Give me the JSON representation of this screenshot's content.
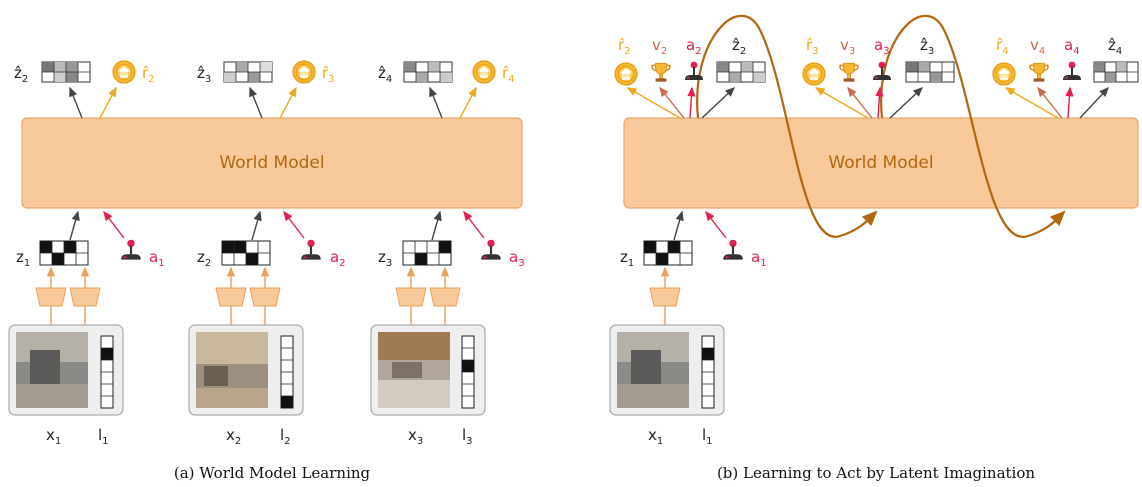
{
  "panel_a": {
    "world_model_label": "World Model",
    "caption": "(a) World Model Learning",
    "outputs": [
      {
        "z_hat": "ẑ",
        "z_hat_sub": "2",
        "r_hat": "r̂",
        "r_hat_sub": "2"
      },
      {
        "z_hat": "ẑ",
        "z_hat_sub": "3",
        "r_hat": "r̂",
        "r_hat_sub": "3"
      },
      {
        "z_hat": "ẑ",
        "z_hat_sub": "4",
        "r_hat": "r̂",
        "r_hat_sub": "4"
      }
    ],
    "inputs": [
      {
        "z": "z",
        "z_sub": "1",
        "a": "a",
        "a_sub": "1",
        "x": "x",
        "x_sub": "1",
        "l": "l",
        "l_sub": "1"
      },
      {
        "z": "z",
        "z_sub": "2",
        "a": "a",
        "a_sub": "2",
        "x": "x",
        "x_sub": "2",
        "l": "l",
        "l_sub": "2"
      },
      {
        "z": "z",
        "z_sub": "3",
        "a": "a",
        "a_sub": "3",
        "x": "x",
        "x_sub": "3",
        "l": "l",
        "l_sub": "3"
      }
    ]
  },
  "panel_b": {
    "world_model_label": "World Model",
    "caption": "(b) Learning to Act by Latent Imagination",
    "outputs": [
      {
        "r_hat": "r̂",
        "r_sub": "2",
        "v": "v",
        "v_sub": "2",
        "a": "a",
        "a_sub": "2",
        "z_hat": "ẑ",
        "z_sub": "2"
      },
      {
        "r_hat": "r̂",
        "r_sub": "3",
        "v": "v",
        "v_sub": "3",
        "a": "a",
        "a_sub": "3",
        "z_hat": "ẑ",
        "z_sub": "3"
      },
      {
        "r_hat": "r̂",
        "r_sub": "4",
        "v": "v",
        "v_sub": "4",
        "a": "a",
        "a_sub": "4",
        "z_hat": "ẑ",
        "z_sub": "4"
      }
    ],
    "input": {
      "z": "z",
      "z_sub": "1",
      "a": "a",
      "a_sub": "1",
      "x": "x",
      "x_sub": "1",
      "l": "l",
      "l_sub": "1"
    }
  },
  "colors": {
    "world_model_fill": "#f8c99a",
    "world_model_text": "#b3650f",
    "reward_arrow": "#f0a81c",
    "action": "#e0204f",
    "value_arrow": "#c96a4b",
    "imagination_loop": "#b3650f",
    "state_arrow": "#444444"
  },
  "icons": [
    "coin-icon",
    "trophy-icon",
    "joystick-icon",
    "grid-state-icon",
    "encoder-trapezoid-icon",
    "camera-image-icon",
    "location-vector-icon"
  ]
}
